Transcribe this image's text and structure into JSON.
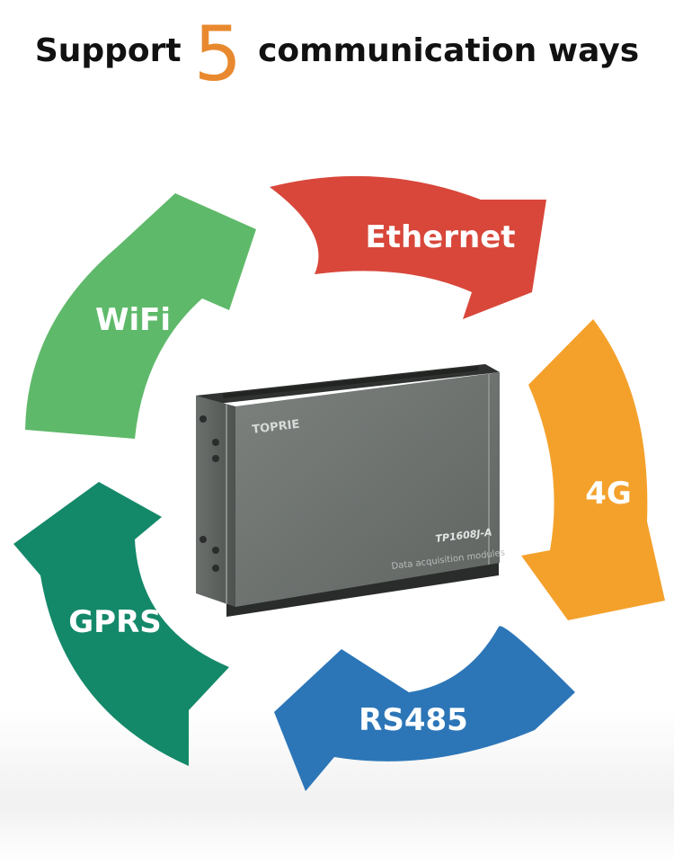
{
  "heading": {
    "prefix": "Support",
    "number": "5",
    "suffix": "communication ways"
  },
  "ways": [
    {
      "label": "Ethernet",
      "color": "#d8473a"
    },
    {
      "label": "4G",
      "color": "#f4a12c"
    },
    {
      "label": "RS485",
      "color": "#2c76b8"
    },
    {
      "label": "GPRS",
      "color": "#14896a"
    },
    {
      "label": "WiFi",
      "color": "#5fb96a"
    }
  ],
  "device": {
    "brand": "TOPRIE",
    "model": "TP1608J-A",
    "description": "Data acquisition modules",
    "color": "#6e7370"
  },
  "accent_color": "#e9892f"
}
